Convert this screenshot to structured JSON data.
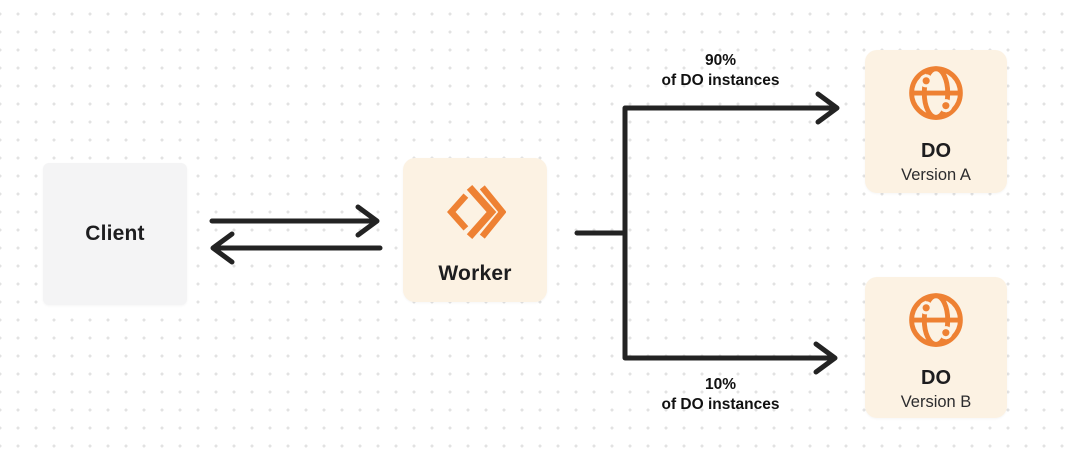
{
  "diagram": {
    "nodes": {
      "client": {
        "label": "Client"
      },
      "worker": {
        "label": "Worker",
        "icon": "cloudflare-workers-logo"
      },
      "do_version_a": {
        "title": "DO",
        "subtitle": "Version A",
        "icon": "durable-object-globe"
      },
      "do_version_b": {
        "title": "DO",
        "subtitle": "Version B",
        "icon": "durable-object-globe"
      }
    },
    "labels": {
      "top_split": {
        "percent": "90%",
        "caption": "of DO instances"
      },
      "bottom_split": {
        "percent": "10%",
        "caption": "of DO instances"
      }
    },
    "colors": {
      "accent_orange": "#ee8133",
      "node_cream_bg": "#fcf2e3",
      "client_gray_bg": "#f4f4f5",
      "connector_dark": "#232323",
      "dot_grid": "#e2e2e2"
    }
  }
}
